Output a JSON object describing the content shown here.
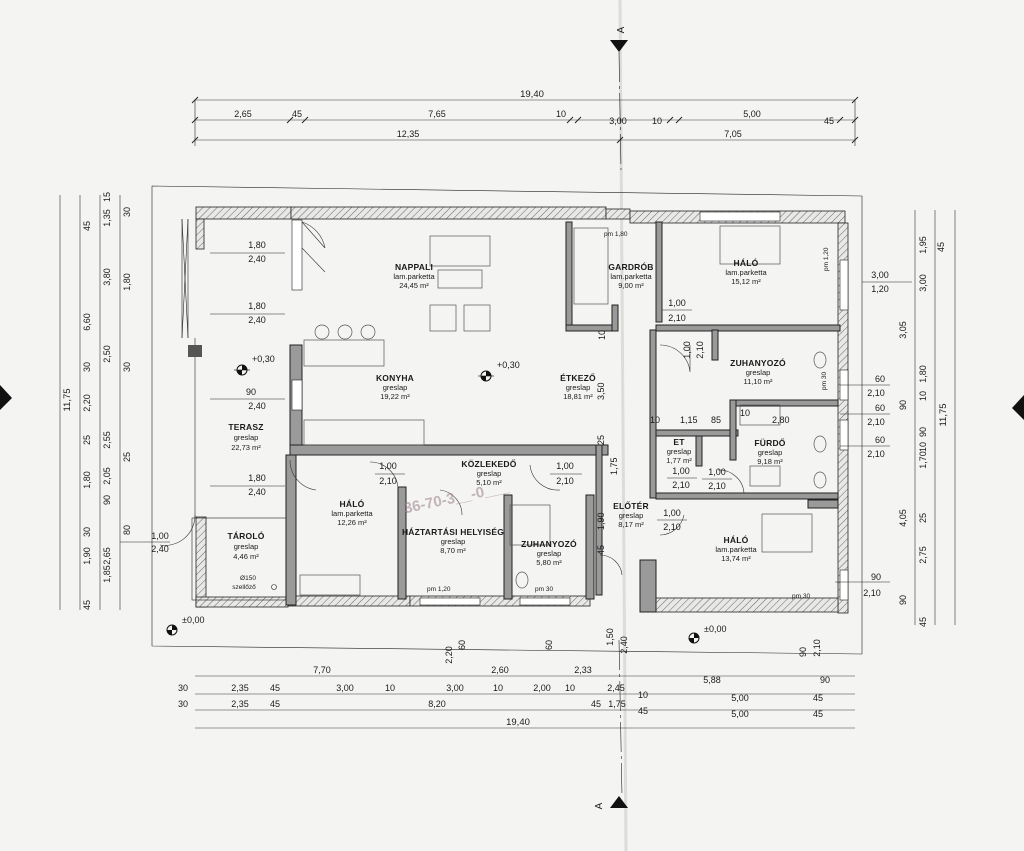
{
  "section_marks": {
    "top": "A",
    "bottom": "A"
  },
  "top_dims": {
    "overall": "19,40",
    "row1": [
      "2,65",
      "45",
      "7,65",
      "10",
      "3,00",
      "10",
      "5,00",
      "45"
    ],
    "row2": [
      "12,35",
      "7,05"
    ]
  },
  "bottom_dims": {
    "row1": [
      "7,70",
      "2,60",
      "2,33",
      "5,88",
      "90"
    ],
    "row2": [
      "30",
      "2,35",
      "45",
      "3,00",
      "10",
      "3,00",
      "10",
      "2,00",
      "10",
      "2,45",
      "10",
      "5,00",
      "45"
    ],
    "row3": [
      "30",
      "2,35",
      "45",
      "8,20",
      "45",
      "1,75",
      "45",
      "5,00",
      "45"
    ],
    "overall": "19,40",
    "vertical": [
      "2,20",
      "60",
      "60",
      "2,40",
      "1,50",
      "90",
      "2,10"
    ]
  },
  "left_dims": {
    "overall": "11,75",
    "outer": [
      "45",
      "6,60",
      "30",
      "2,20",
      "25",
      "1,80",
      "30",
      "1,90",
      "45"
    ],
    "middle": [
      "15",
      "1,35",
      "3,80",
      "2,50",
      "2,55",
      "2,05",
      "90",
      "2,65",
      "1,85"
    ],
    "inner": [
      "30",
      "1,80",
      "30",
      "25",
      "80"
    ]
  },
  "right_dims": {
    "overall": "11,75",
    "col1": [
      "1,95",
      "45",
      "3,00",
      "3,05",
      "1,80",
      "90",
      "1,70",
      "4,05",
      "25",
      "2,75",
      "90",
      "45"
    ],
    "col2": [
      "10",
      "90",
      "10"
    ]
  },
  "openings": [
    {
      "top": "1,80",
      "bottom": "2,40"
    },
    {
      "top": "1,80",
      "bottom": "2,40"
    },
    {
      "top": "90",
      "bottom": "2,40"
    },
    {
      "top": "1,80",
      "bottom": "2,40"
    },
    {
      "top": "1,00",
      "bottom": "2,40"
    },
    {
      "top": "1,00",
      "bottom": "2,10"
    },
    {
      "top": "1,00",
      "bottom": "2,10"
    },
    {
      "top": "1,00",
      "bottom": "2,10"
    },
    {
      "top": "1,00",
      "bottom": "2,10"
    },
    {
      "top": "1,00",
      "bottom": "2,10"
    },
    {
      "top": "1,00",
      "bottom": "2,10"
    },
    {
      "top": "1,00",
      "bottom": "2,10"
    },
    {
      "top": "3,00",
      "bottom": "1,20"
    },
    {
      "top": "60",
      "bottom": "2,10"
    },
    {
      "top": "60",
      "bottom": "2,10"
    },
    {
      "top": "60",
      "bottom": "2,10"
    },
    {
      "top": "90",
      "bottom": "2,10"
    }
  ],
  "rooms": [
    {
      "name": "NAPPALI",
      "material": "lam.parketta",
      "area": "24,45 m²"
    },
    {
      "name": "KONYHA",
      "material": "greslap",
      "area": "19,22 m²"
    },
    {
      "name": "ÉTKEZŐ",
      "material": "greslap",
      "area": "18,81 m²"
    },
    {
      "name": "GARDRÓB",
      "material": "lam.parketta",
      "area": "9,00 m²"
    },
    {
      "name": "HÁLÓ",
      "material": "lam.parketta",
      "area": "15,12 m²"
    },
    {
      "name": "ZUHANYOZÓ",
      "material": "greslap",
      "area": "11,10 m²"
    },
    {
      "name": "FÜRDŐ",
      "material": "greslap",
      "area": "9,18 m²"
    },
    {
      "name": "ET",
      "material": "greslap",
      "area": "1,77 m²"
    },
    {
      "name": "TERASZ",
      "material": "greslap",
      "area": "22,73 m²"
    },
    {
      "name": "KÖZLEKEDŐ",
      "material": "greslap",
      "area": "5,10 m²"
    },
    {
      "name": "HÁLÓ",
      "material": "lam.parketta",
      "area": "12,26 m²"
    },
    {
      "name": "HÁZTARTÁSI HELYISÉG",
      "material": "greslap",
      "area": "8,70 m²"
    },
    {
      "name": "ZUHANYOZÓ",
      "material": "greslap",
      "area": "5,80 m²"
    },
    {
      "name": "ELŐTÉR",
      "material": "greslap",
      "area": "8,17 m²"
    },
    {
      "name": "HÁLÓ",
      "material": "lam.parketta",
      "area": "13,74 m²"
    },
    {
      "name": "TÁROLÓ",
      "material": "greslap",
      "area": "4,46 m²"
    }
  ],
  "levels": {
    "terrace": "+0,30",
    "living": "+0,30",
    "ground_left": "±0,00",
    "ground_right": "±0,00"
  },
  "notes": {
    "vent": "Ø150",
    "vent_label": "szellőző",
    "pm_120_a": "pm 1,20",
    "pm_120_b": "pm 1,20",
    "pm_30_a": "pm 30",
    "pm_30_b": "pm 30",
    "pm_30_c": "pm 30",
    "pm_80": "pm 1,80",
    "small_dims": [
      "1,15",
      "85",
      "2,80",
      "10",
      "10",
      "10",
      "3,50",
      "25",
      "1,75",
      "1,90",
      "45"
    ]
  },
  "watermark": "36-70-3__-0___"
}
